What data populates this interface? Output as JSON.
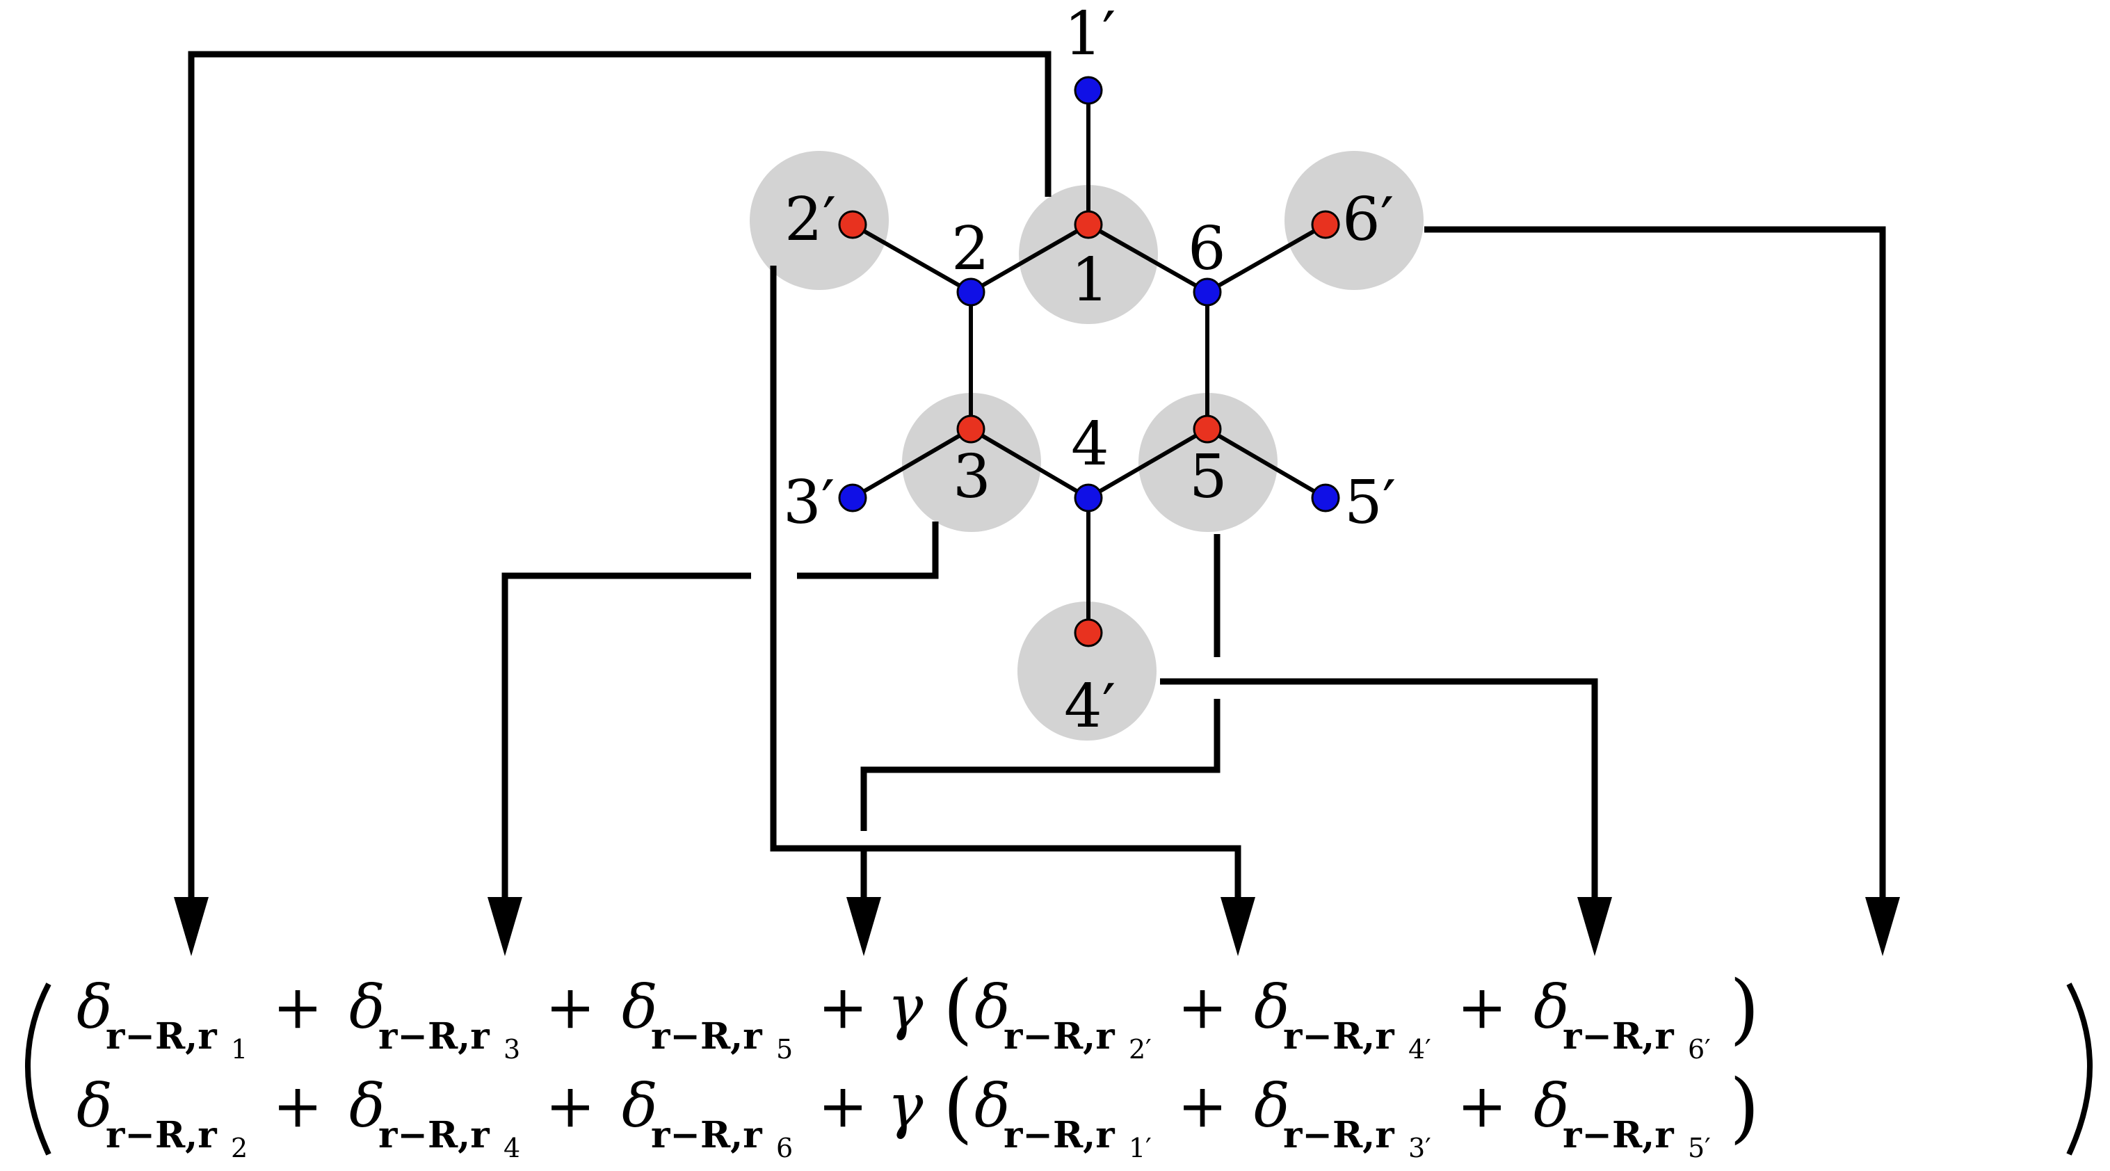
{
  "colors": {
    "red_site": "#e8321f",
    "blue_site": "#1010e6",
    "highlight": "#d3d3d3",
    "line": "#000000"
  },
  "labels": {
    "site_1": "1",
    "site_2": "2",
    "site_3": "3",
    "site_4": "4",
    "site_5": "5",
    "site_6": "6",
    "site_1p": "1′",
    "site_2p": "2′",
    "site_3p": "3′",
    "site_4p": "4′",
    "site_5p": "5′",
    "site_6p": "6′"
  },
  "equation": {
    "delta": "δ",
    "sub_base": "r−R,r",
    "plus": "+",
    "gamma": "γ",
    "row1": {
      "terms": [
        "1",
        "3",
        "5"
      ],
      "gamma_terms": [
        "2′",
        "4′",
        "6′"
      ]
    },
    "row2": {
      "terms": [
        "2",
        "4",
        "6"
      ],
      "gamma_terms": [
        "1′",
        "3′",
        "5′"
      ]
    }
  }
}
